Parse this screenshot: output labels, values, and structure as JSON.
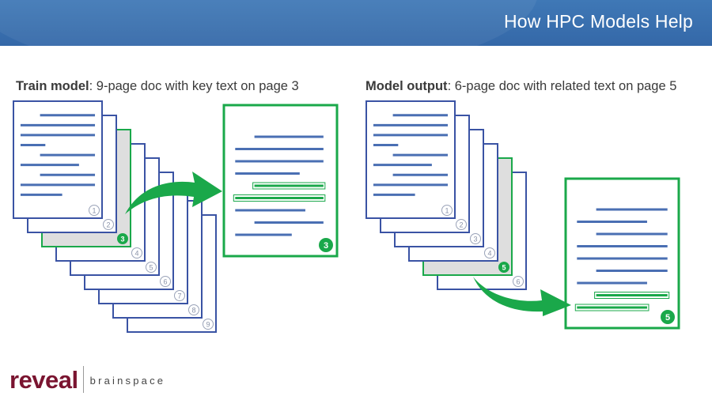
{
  "header": {
    "title": "How HPC Models Help"
  },
  "left_panel": {
    "heading_bold": "Train model",
    "heading_rest": ": 9-page doc with key text on page 3",
    "stack_pages": [
      "1",
      "2",
      "3",
      "4",
      "5",
      "6",
      "7",
      "8",
      "9"
    ],
    "highlighted_page": "3",
    "zoom_page_label": "3"
  },
  "right_panel": {
    "heading_bold": "Model output",
    "heading_rest": ": 6-page doc with related text on page 5",
    "stack_pages": [
      "1",
      "2",
      "3",
      "4",
      "5",
      "6"
    ],
    "highlighted_page": "5",
    "zoom_page_label": "5"
  },
  "logo": {
    "wordmark": "reveal",
    "subtitle": "brainspace"
  },
  "colors": {
    "header": "#3a70b0",
    "page_border": "#3a53a4",
    "text_line": "#4a6fb3",
    "highlight": "#1aa84a",
    "highlight_page_fill": "#dedede",
    "logo": "#7a1430"
  }
}
